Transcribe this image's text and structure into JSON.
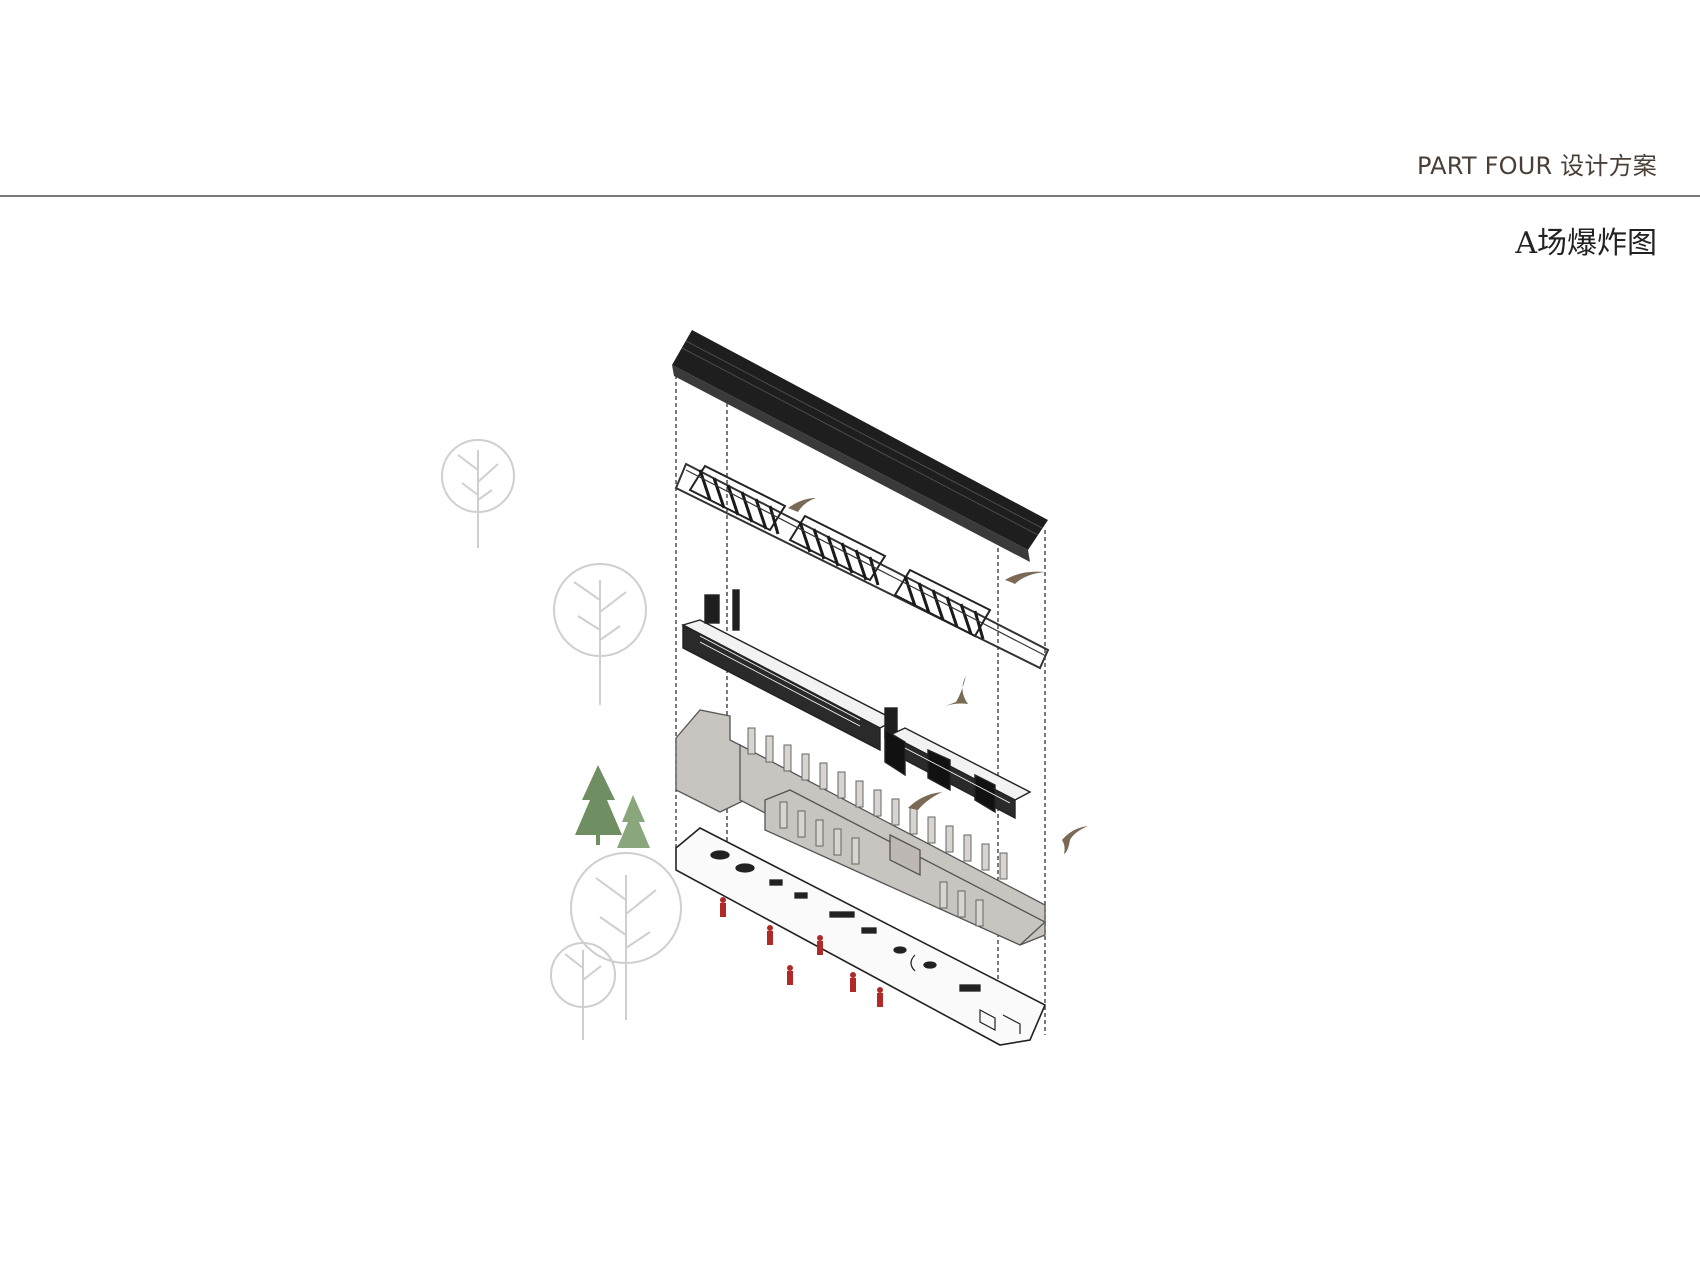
{
  "header": {
    "section_label": "PART FOUR 设计方案",
    "page_title": "A场爆炸图"
  },
  "colors": {
    "header_text": "#4a3f35",
    "divider": "#7a7a7a",
    "roof": "#1e1e1e",
    "truss": "#222222",
    "walls": "#c8c4c0",
    "wall_outline": "#555555",
    "tree_outline": "#cfcfcf",
    "conifer": "#6f8f62",
    "people": "#b02a2a",
    "birds": "#7a6a55"
  },
  "diagram": {
    "type": "exploded-axonometric",
    "layers": [
      "roof",
      "roof-trusses",
      "interior-partitions-and-furniture",
      "walls",
      "floor-plan"
    ],
    "icons": [
      "deciduous-tree-icon",
      "conifer-tree-icon",
      "person-icon",
      "bird-icon"
    ]
  }
}
